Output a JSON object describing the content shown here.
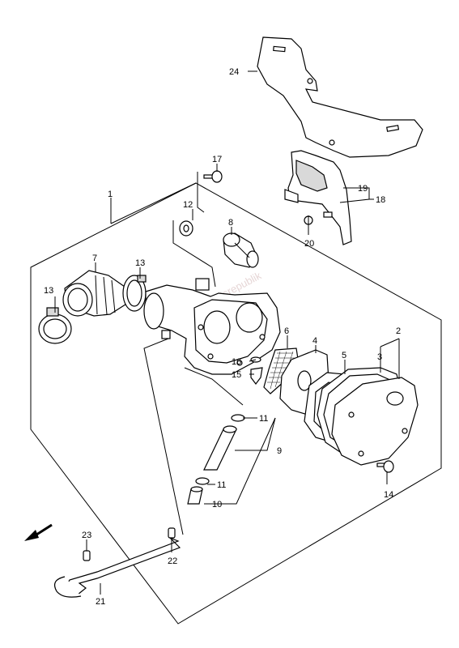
{
  "callouts": {
    "c1": "1",
    "c2": "2",
    "c3": "3",
    "c4": "4",
    "c5": "5",
    "c6": "6",
    "c7": "7",
    "c8": "8",
    "c9": "9",
    "c10": "10",
    "c11a": "11",
    "c11b": "11",
    "c12": "12",
    "c13a": "13",
    "c13b": "13",
    "c14": "14",
    "c15": "15",
    "c16": "16",
    "c17": "17",
    "c18": "18",
    "c19": "19",
    "c20": "20",
    "c21": "21",
    "c22": "22",
    "c23": "23",
    "c24": "24"
  },
  "watermark": "partsrepublik"
}
